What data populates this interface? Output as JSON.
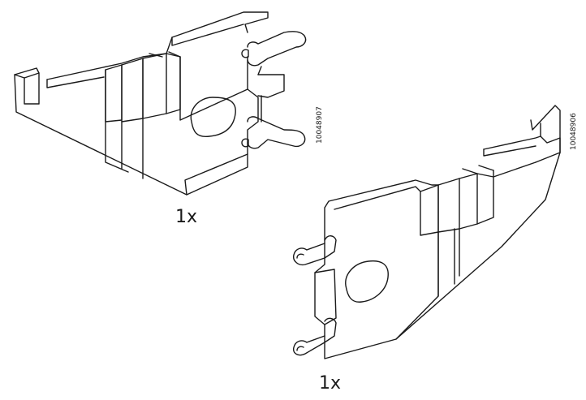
{
  "parts": [
    {
      "quantity": "1x",
      "part_number": "10048907"
    },
    {
      "quantity": "1x",
      "part_number": "10048906"
    }
  ]
}
